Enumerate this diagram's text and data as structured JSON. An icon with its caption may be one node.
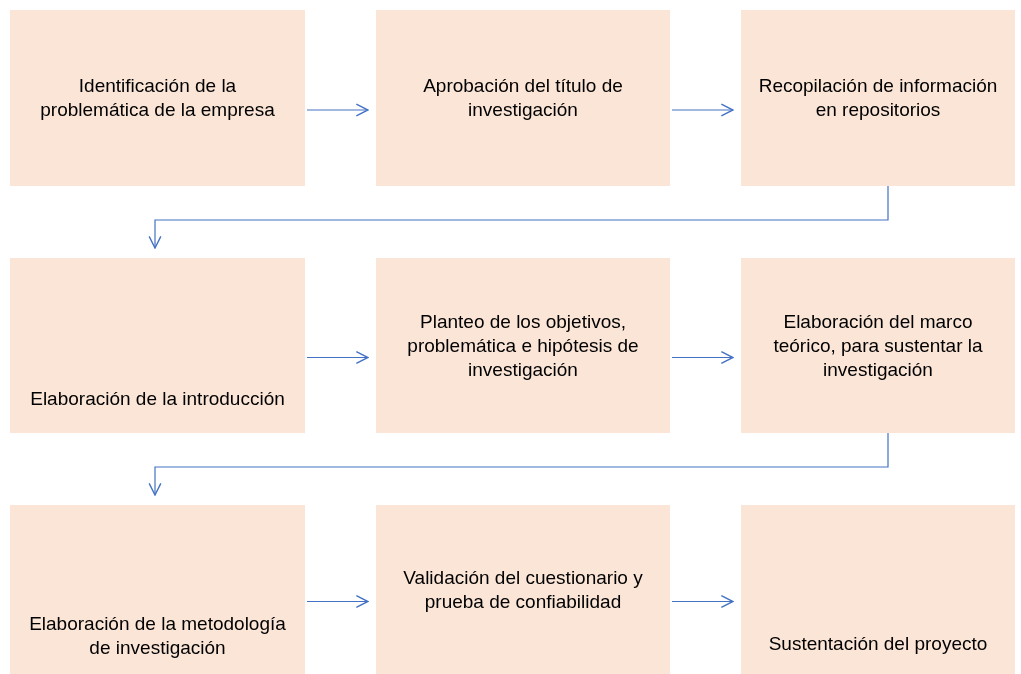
{
  "diagram": {
    "nodes": [
      {
        "text": [
          "Identificación de la problemática de la empresa"
        ]
      },
      {
        "text": [
          "Aprobación del título de investigación"
        ]
      },
      {
        "text": [
          "Recopilación de información en repositorios"
        ]
      },
      {
        "text": [
          "Elaboración de la introducción"
        ]
      },
      {
        "text": [
          "Planteo de los objetivos, problemática e hipótesis de investigación"
        ]
      },
      {
        "text": [
          "Elaboración del marco teórico, para sustentar la investigación"
        ]
      },
      {
        "text": [
          "Elaboración de la metodología de investigación"
        ]
      },
      {
        "text": [
          "Validación del cuestionario y prueba de confiabilidad"
        ]
      },
      {
        "text": [
          "Sustentación del proyecto"
        ]
      }
    ],
    "edges": [
      {
        "from": 0,
        "to": 1,
        "arrow": "to"
      },
      {
        "from": 1,
        "to": 2,
        "arrow": "to"
      },
      {
        "from": 2,
        "to": 3,
        "arrow": "to"
      },
      {
        "from": 3,
        "to": 4,
        "arrow": "to"
      },
      {
        "from": 4,
        "to": 5,
        "arrow": "to"
      },
      {
        "from": 5,
        "to": 6,
        "arrow": "to"
      },
      {
        "from": 6,
        "to": 7,
        "arrow": "to"
      },
      {
        "from": 7,
        "to": 8,
        "arrow": "to"
      }
    ]
  }
}
